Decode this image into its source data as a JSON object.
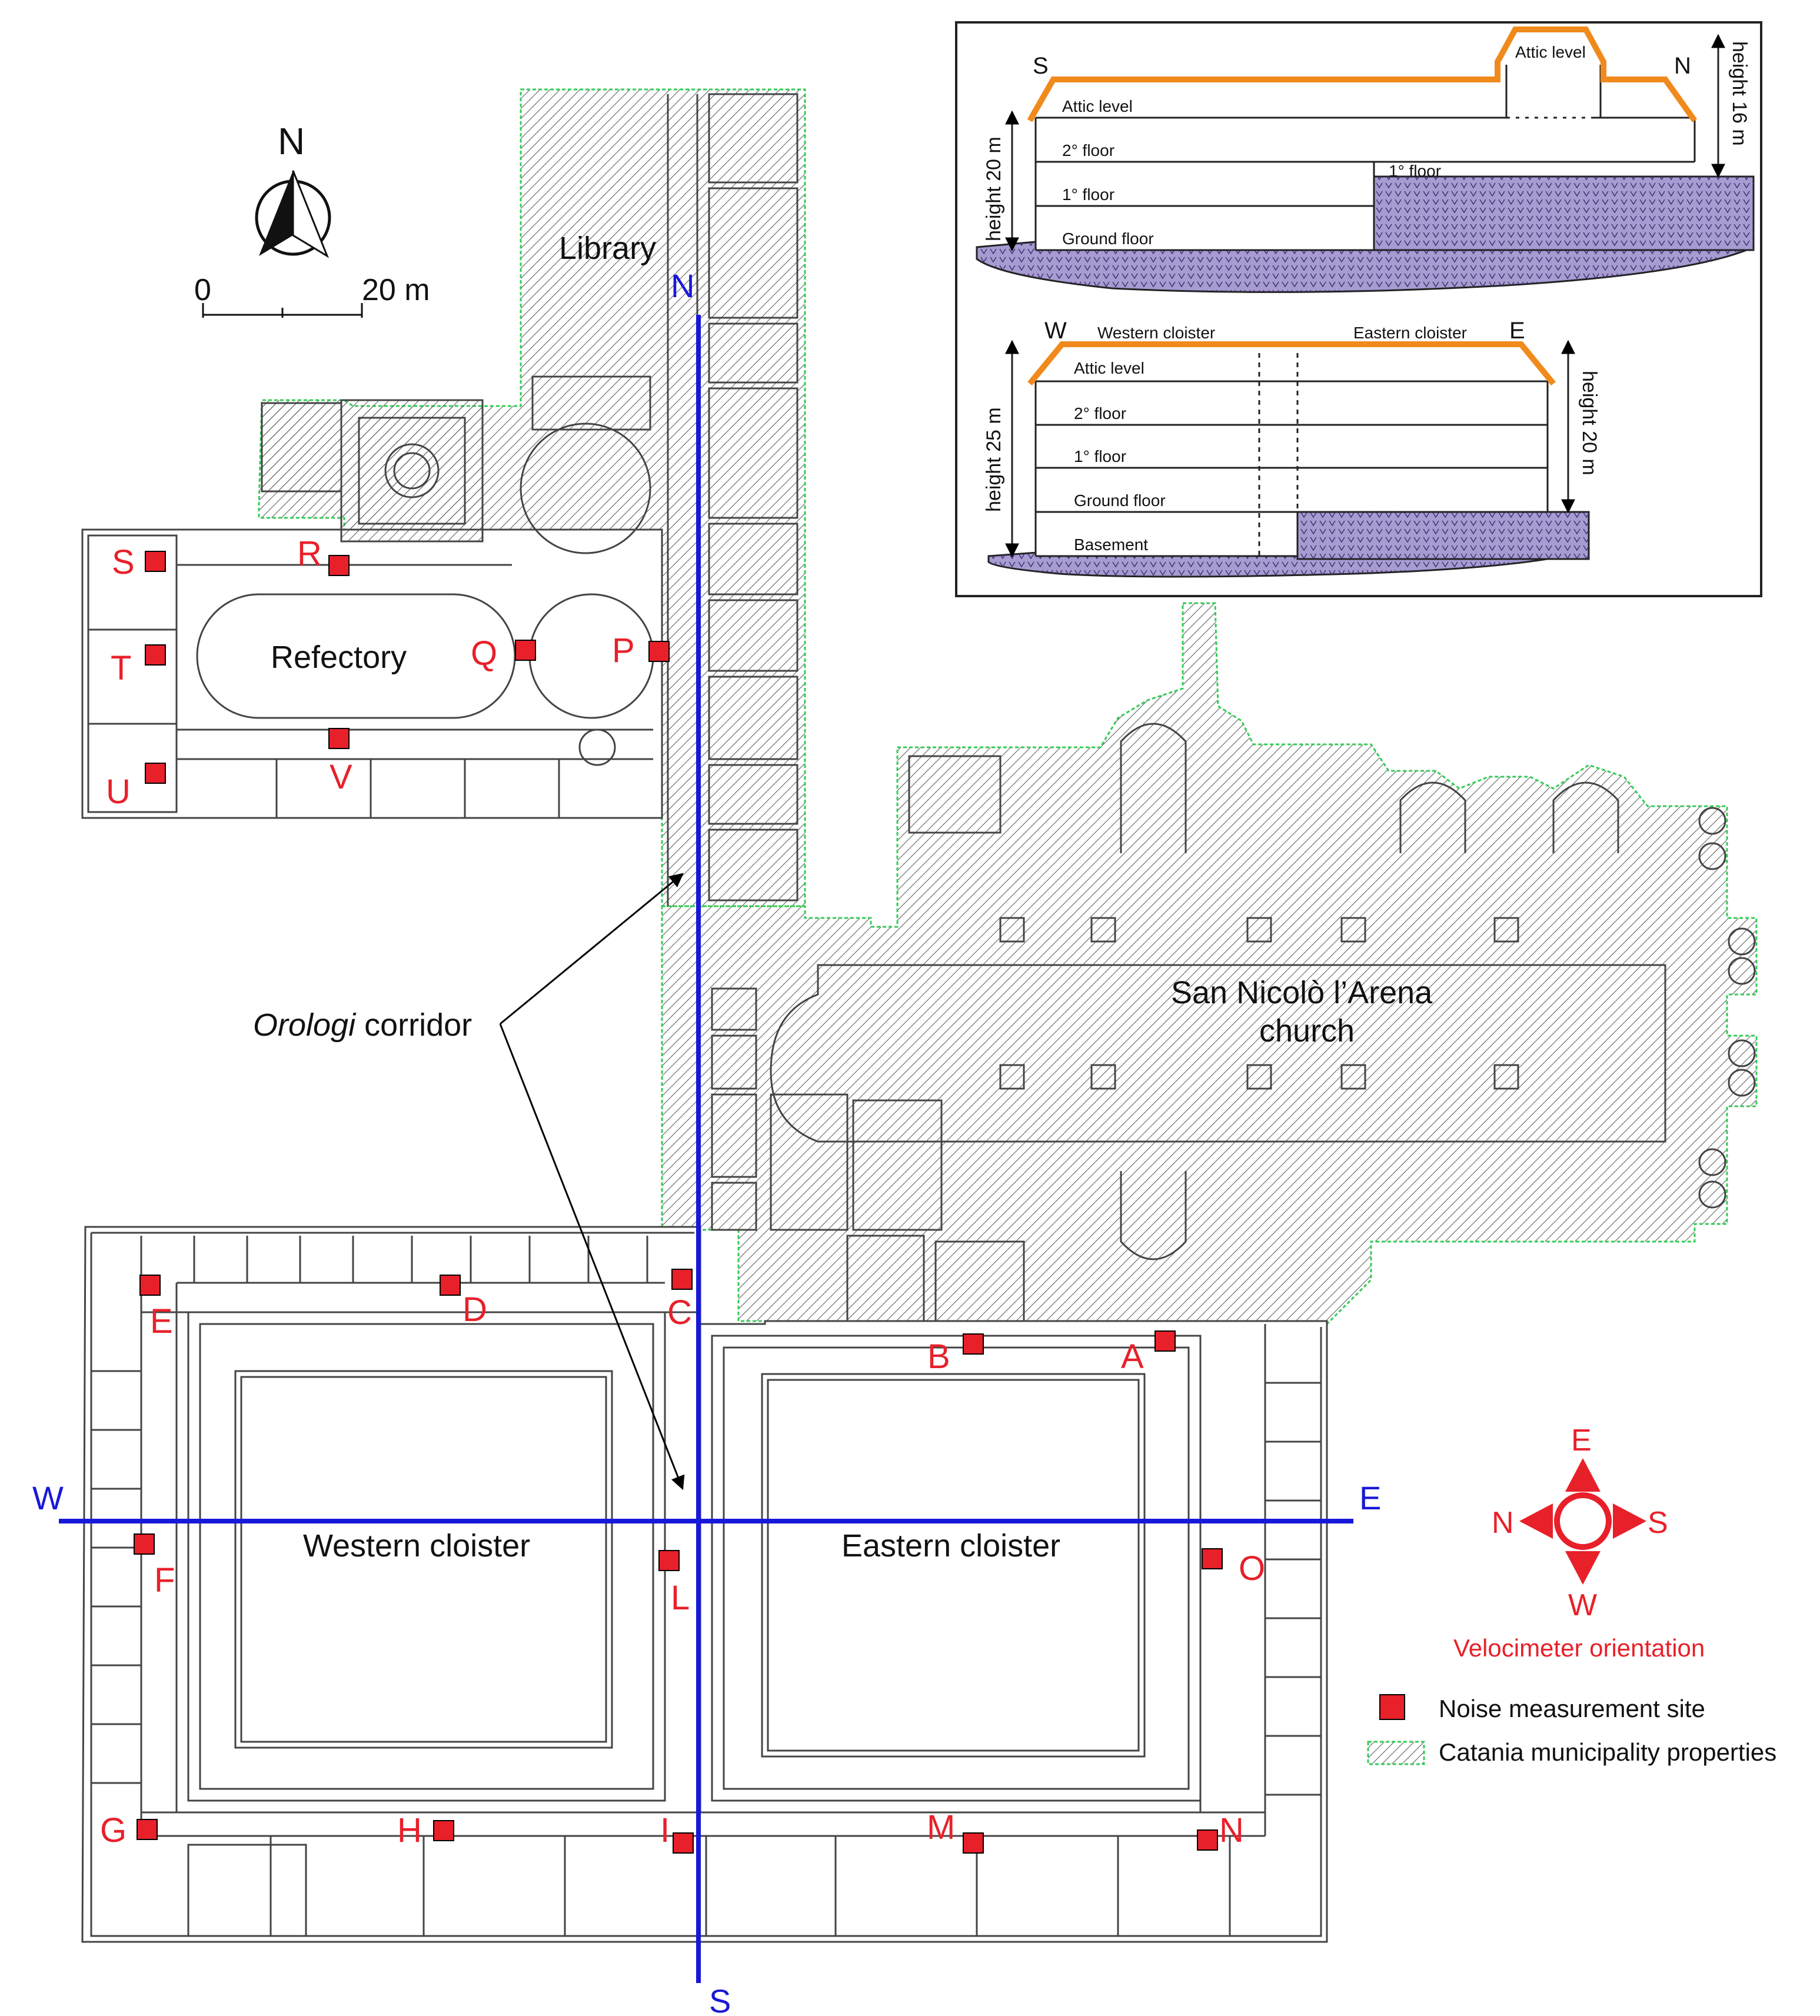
{
  "labels": {
    "north_arrow": "N",
    "scale_start": "0",
    "scale_end": "20 m",
    "library": "Library",
    "refectory": "Refectory",
    "church_line1": "San Nicolò l’Arena",
    "church_line2": "church",
    "corridor_italic": "Orologi",
    "corridor_rest": " corridor",
    "western_cloister": "Western cloister",
    "eastern_cloister": "Eastern cloister"
  },
  "axes": {
    "n": "N",
    "s": "S",
    "w": "W",
    "e": "E"
  },
  "sites": {
    "A": "A",
    "B": "B",
    "C": "C",
    "D": "D",
    "E": "E",
    "F": "F",
    "G": "G",
    "H": "H",
    "I": "I",
    "L": "L",
    "M": "M",
    "N": "N",
    "O": "O",
    "P": "P",
    "Q": "Q",
    "R": "R",
    "S": "S",
    "T": "T",
    "U": "U",
    "V": "V"
  },
  "section_ns": {
    "s": "S",
    "n": "N",
    "attic_top": "Attic level",
    "attic": "Attic level",
    "floor2": "2° floor",
    "floor1_right": "1° floor",
    "floor1": "1° floor",
    "ground": "Ground floor",
    "height_left": "height 20 m",
    "height_right": "height 16 m"
  },
  "section_we": {
    "w": "W",
    "e": "E",
    "western": "Western cloister",
    "eastern": "Eastern cloister",
    "attic": "Attic level",
    "floor2": "2° floor",
    "floor1": "1° floor",
    "ground": "Ground floor",
    "basement": "Basement",
    "height_left": "height 25 m",
    "height_right": "height 20 m"
  },
  "compass": {
    "e": "E",
    "n": "N",
    "s": "S",
    "w": "W",
    "caption": "Velocimeter orientation"
  },
  "legend": {
    "noise": "Noise measurement site",
    "property": "Catania municipality properties"
  },
  "colors": {
    "site_marker": "#e8202a",
    "site_label": "#e8202a",
    "axis_line": "#1818d8",
    "section_roof": "#f08a1c",
    "ground_fill": "#a79bd2",
    "property_border": "#33cc55",
    "hatch": "#555555"
  }
}
